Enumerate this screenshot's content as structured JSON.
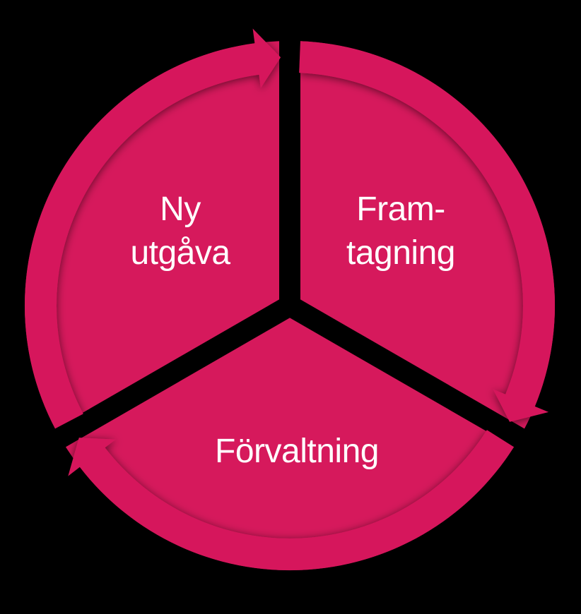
{
  "diagram": {
    "type": "cycle",
    "direction": "clockwise",
    "background_color": "#000000",
    "segment_color": "#d6195c",
    "label_color": "#ffffff",
    "segments": [
      {
        "id": "ny-utgava",
        "label": "Ny utgåva",
        "lines": [
          "Ny",
          "utgåva"
        ],
        "start_angle": 240,
        "end_angle": 360
      },
      {
        "id": "framtagning",
        "label": "Framtagning",
        "lines": [
          "Fram-",
          "tagning"
        ],
        "start_angle": 0,
        "end_angle": 120
      },
      {
        "id": "forvaltning",
        "label": "Förvaltning",
        "lines": [
          "Förvaltning"
        ],
        "start_angle": 120,
        "end_angle": 240
      }
    ]
  }
}
